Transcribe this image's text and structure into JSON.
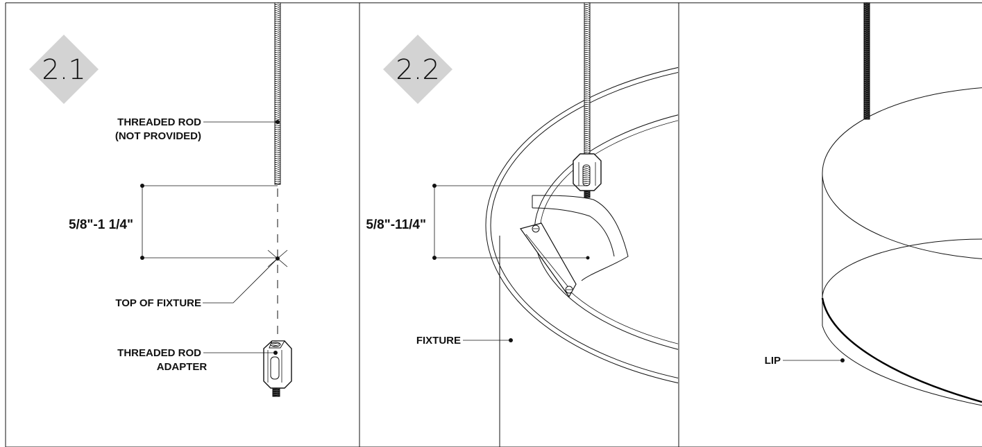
{
  "panels": [
    {
      "step": "2.1",
      "labels": {
        "threaded_rod_line1": "THREADED ROD",
        "threaded_rod_line2": "(NOT PROVIDED)",
        "dimension": "5/8\"-1 1/4\"",
        "top_of_fixture": "TOP OF FIXTURE",
        "adapter_line1": "THREADED ROD",
        "adapter_line2": "ADAPTER"
      }
    },
    {
      "step": "2.2",
      "labels": {
        "dimension": "5/8\"-11/4\"",
        "fixture": "FIXTURE"
      }
    },
    {
      "labels": {
        "lip": "LIP"
      }
    }
  ],
  "colors": {
    "badge": "#d3d3d3",
    "line": "#111111",
    "background": "#ffffff"
  }
}
